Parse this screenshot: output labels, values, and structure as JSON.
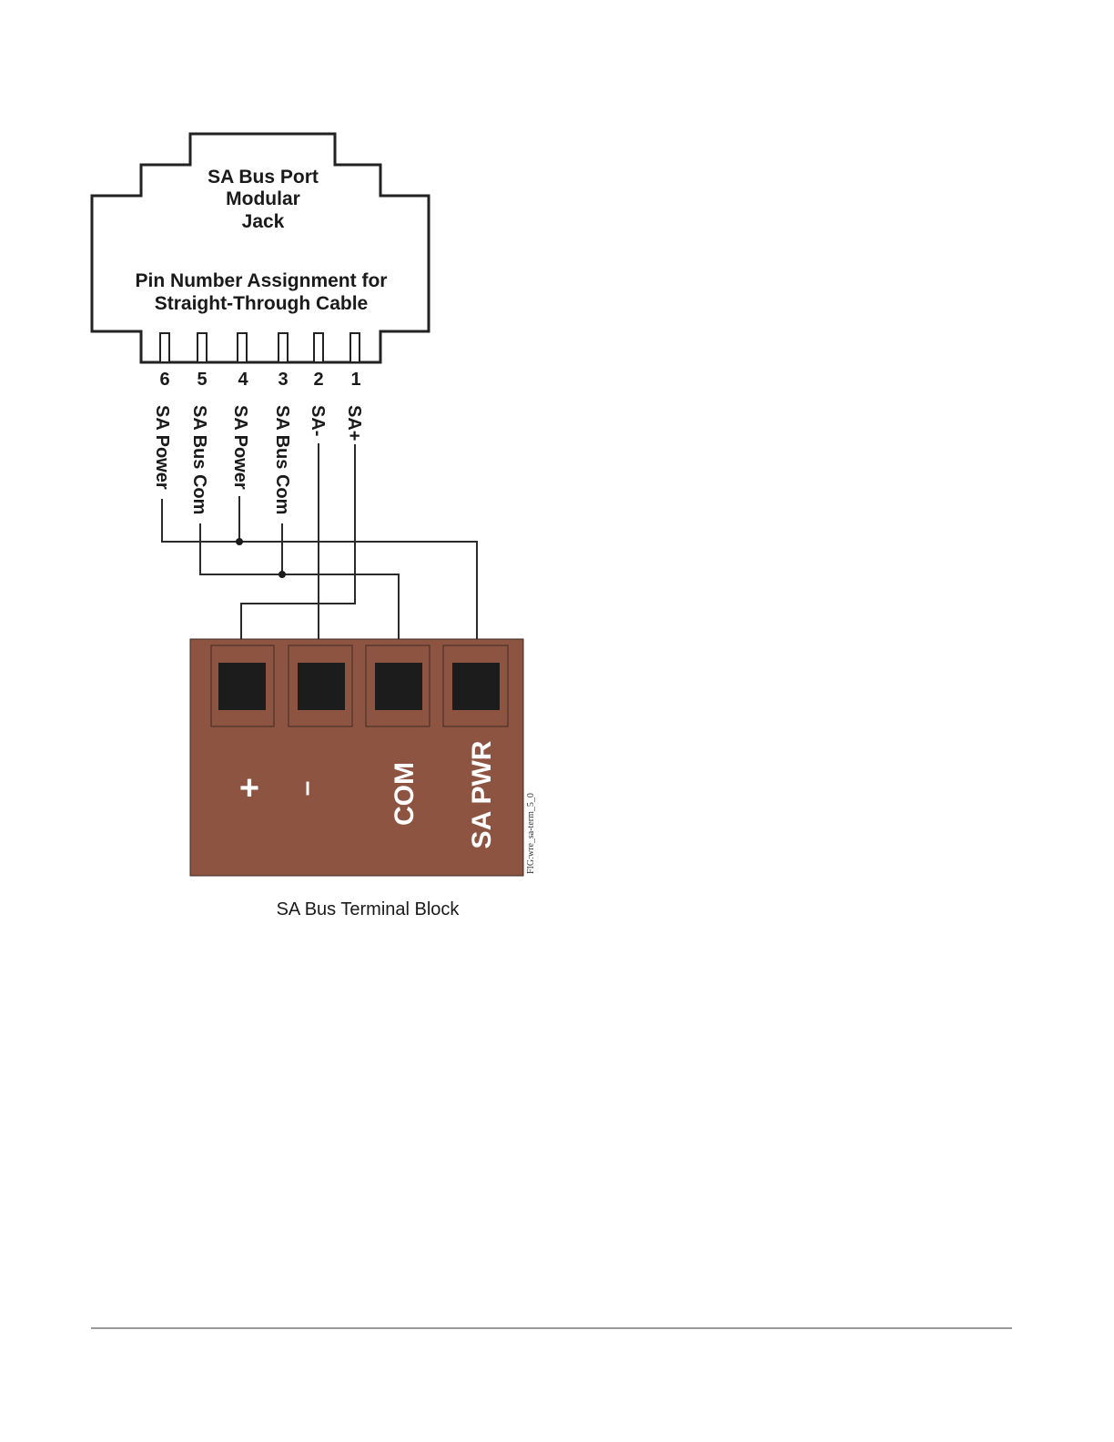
{
  "jack": {
    "title_lines": [
      "SA Bus Port",
      "Modular",
      "Jack"
    ],
    "subtitle_lines": [
      "Pin Number Assignment for",
      "Straight-Through Cable"
    ]
  },
  "pins": [
    {
      "number": "6",
      "label": "SA Power"
    },
    {
      "number": "5",
      "label": "SA Bus Com"
    },
    {
      "number": "4",
      "label": "SA Power"
    },
    {
      "number": "3",
      "label": "SA Bus Com"
    },
    {
      "number": "2",
      "label": "SA-"
    },
    {
      "number": "1",
      "label": "SA+"
    }
  ],
  "terminals": [
    {
      "label": "+"
    },
    {
      "label": "–"
    },
    {
      "label": "COM"
    },
    {
      "label": "SA PWR"
    }
  ],
  "colors": {
    "terminal_block": "#8e5442",
    "terminal_square": "#1c1c1c",
    "wire": "#2a2a2a"
  },
  "figure_id": "FIG:wre_sa-term_5_0",
  "caption": "SA Bus Terminal Block"
}
